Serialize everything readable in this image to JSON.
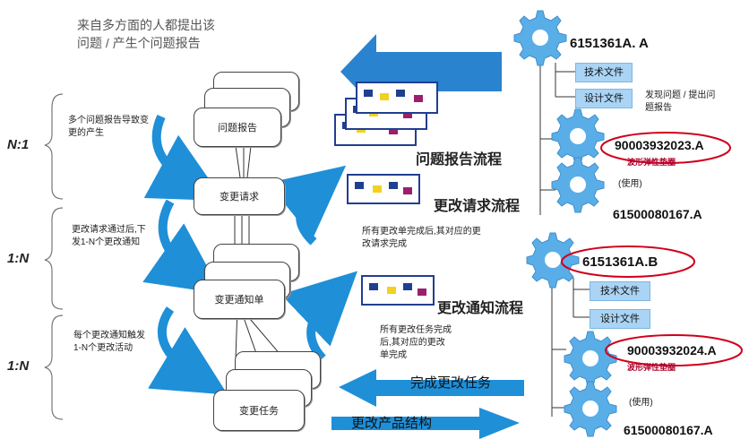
{
  "intro_text": "来自多方面的人都提出该问题 / 产生个问题报告",
  "ratios": {
    "r1": "N:1",
    "r2": "1:N",
    "r3": "1:N"
  },
  "notes": {
    "n1": "多个问题报告导致变更的产生",
    "n2": "更改请求通过后,下发1-N个更改通知",
    "n3": "每个更改通知触发1-N个更改活动",
    "n4": "所有更改单完成后,其对应的更改请求完成",
    "n5": "所有更改任务完成后,其对应的更改单完成"
  },
  "cards": {
    "problem_report": "问题报告",
    "change_request": "变更请求",
    "change_notice": "变更通知单",
    "change_task": "变更任务"
  },
  "processes": {
    "p1": "问题报告流程",
    "p2": "更改请求流程",
    "p3": "更改通知流程"
  },
  "top_tree": {
    "root": "6151361A. A",
    "doc1": "技术文件",
    "doc2": "设计文件",
    "issue_note": "发现问题 / 提出问题报告",
    "child1": "90003932023.A",
    "child1_sub": "波形弹性垫圈",
    "use_label": "(使用)",
    "child2": "61500080167.A"
  },
  "bottom_tree": {
    "root": "6151361A.B",
    "doc1": "技术文件",
    "doc2": "设计文件",
    "child1": "90003932024.A",
    "child1_sub": "波形弹性垫圈",
    "use_label": "(使用)",
    "child2": "61500080167.A"
  },
  "arrows": {
    "complete": "完成更改任务",
    "change": "更改产品结构"
  },
  "colors": {
    "big_arrow": "#2a83cf",
    "curved_arrow": "#1f8fd8",
    "gear": "#5aaee8",
    "doc_box": "#a9d4f5",
    "highlight_ellipse": "#d0001c"
  }
}
